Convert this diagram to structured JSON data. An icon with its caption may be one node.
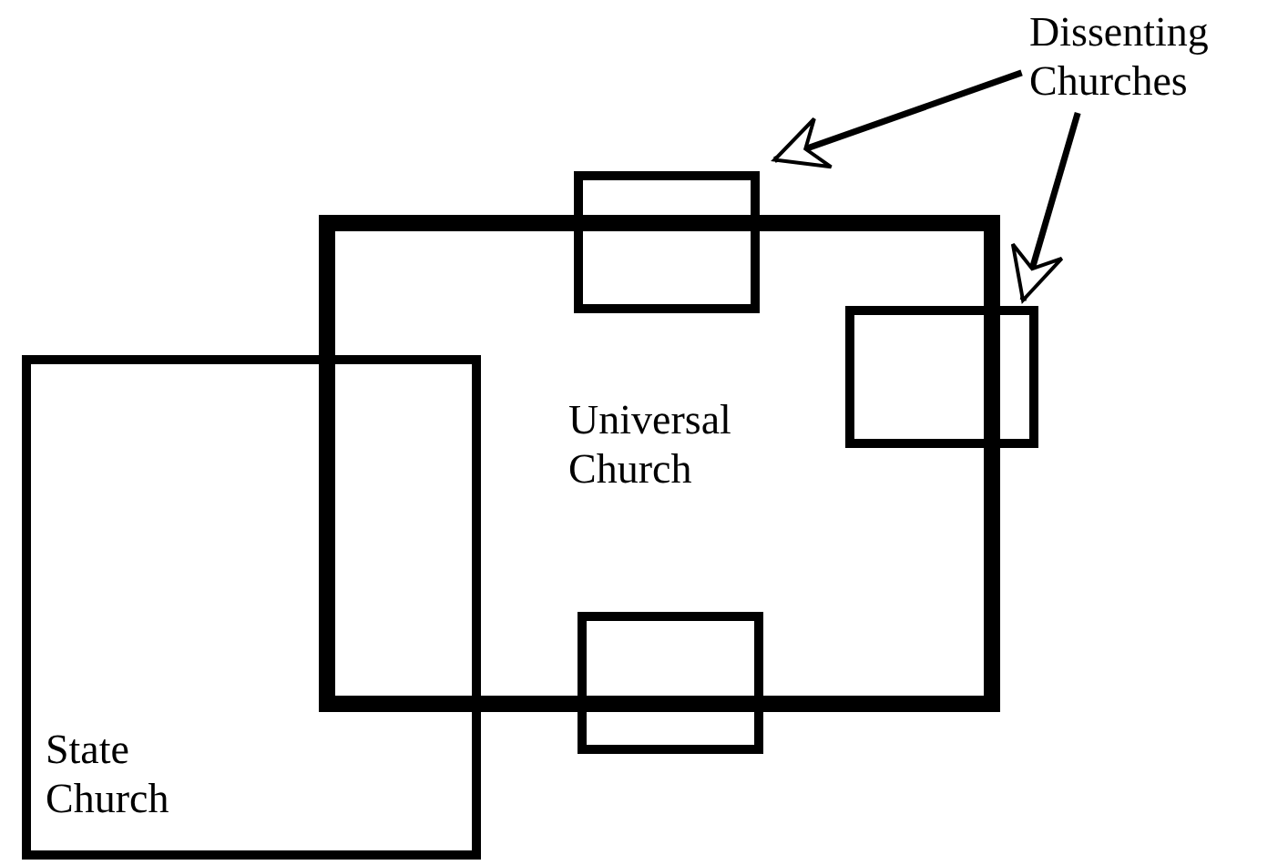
{
  "diagram": {
    "nodes": [
      {
        "text": [
          "Universal Church"
        ]
      },
      {
        "text": [
          "State Church"
        ]
      },
      {
        "text": [],
        "shape": "box"
      },
      {
        "text": [],
        "shape": "box"
      },
      {
        "text": [],
        "shape": "box"
      },
      {
        "text": [
          "Dissenting Churches"
        ]
      }
    ],
    "edges": [
      {
        "from": 5,
        "to": 2,
        "arrow": "to"
      },
      {
        "from": 5,
        "to": 3,
        "arrow": "to"
      }
    ]
  }
}
